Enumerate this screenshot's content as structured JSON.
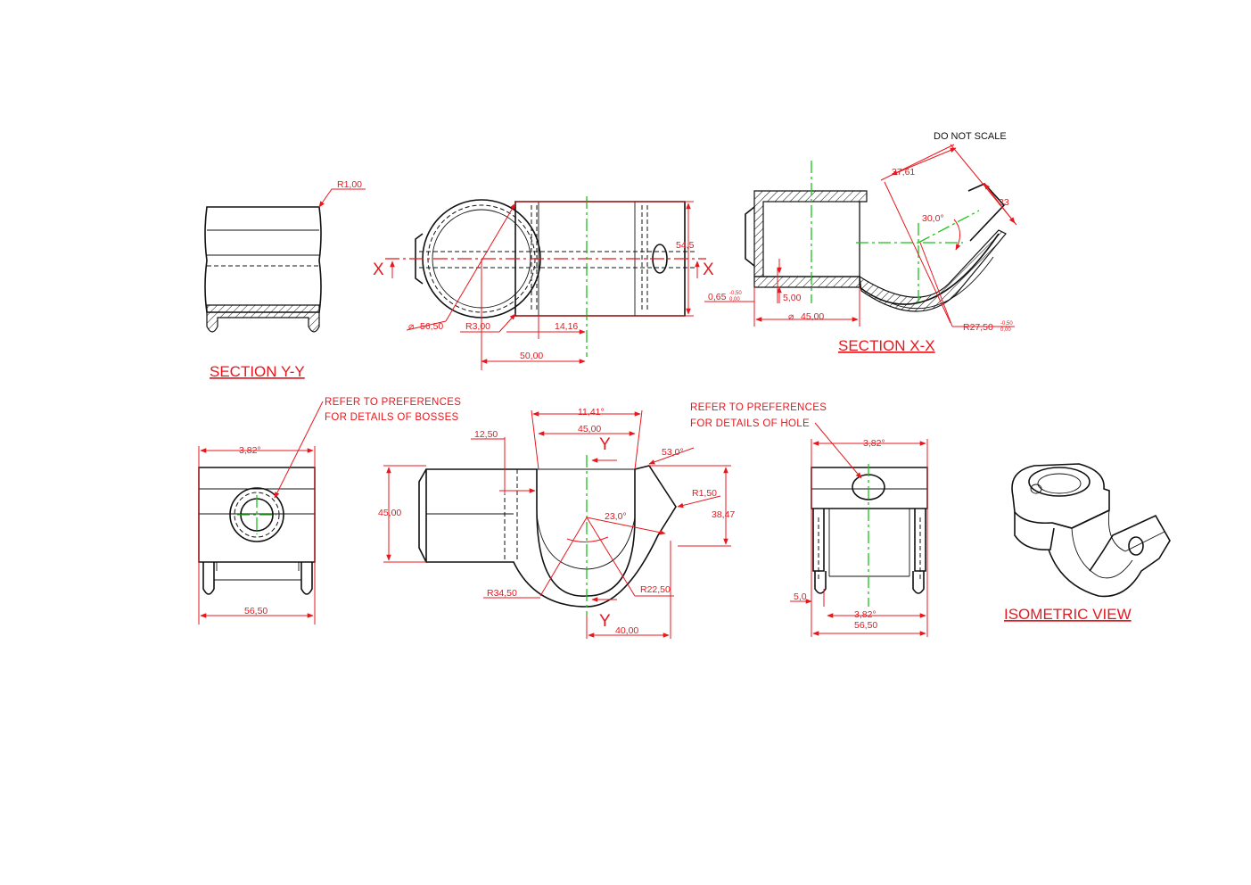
{
  "colors": {
    "dimension": "#e8171d",
    "centerline": "#19c219",
    "object": "#111111",
    "background": "#ffffff"
  },
  "header": {
    "do_not_scale": "DO NOT SCALE"
  },
  "views": {
    "section_yy": {
      "title": "SECTION Y-Y",
      "r_label": "R1,00"
    },
    "front": {
      "x_left": "X",
      "x_right": "X",
      "dia": "56,50",
      "r3": "R3,00",
      "d14": "14,16",
      "d54": "54,5",
      "d50": "50,00"
    },
    "section_xx": {
      "title": "SECTION X-X",
      "d37": "37,61",
      "d23": "23",
      "ang30": "30,0°",
      "d065": "0,65",
      "tol065_up": "-0,50",
      "tol065_dn": "0,00",
      "d5": "5,00",
      "dia45": "45,00",
      "r27": "R27,50",
      "tol27_up": "-0,50",
      "tol27_dn": "0,00"
    },
    "left_bottom": {
      "note_line1": "REFER TO PREFERENCES",
      "note_line2": "FOR DETAILS OF BOSSES",
      "ang": "3,82°",
      "width": "56,50"
    },
    "top_view": {
      "ang11": "11,41°",
      "d45": "45,00",
      "d12": "12,50",
      "ang53": "53,0°",
      "r15": "R1,50",
      "h45": "45,00",
      "d3847": "38,47",
      "ang23": "23,0°",
      "r345": "R34,50",
      "r225": "R22,50",
      "d40": "40,00",
      "y_top": "Y",
      "y_bottom": "Y"
    },
    "right_bottom": {
      "note_line1": "REFER TO PREFERENCES",
      "note_line2": "FOR DETAILS OF HOLE",
      "ang_top": "3,82°",
      "ang_bottom": "3,82°",
      "d5": "5,0",
      "width": "56,50"
    },
    "isometric": {
      "title": "ISOMETRIC VIEW"
    }
  }
}
